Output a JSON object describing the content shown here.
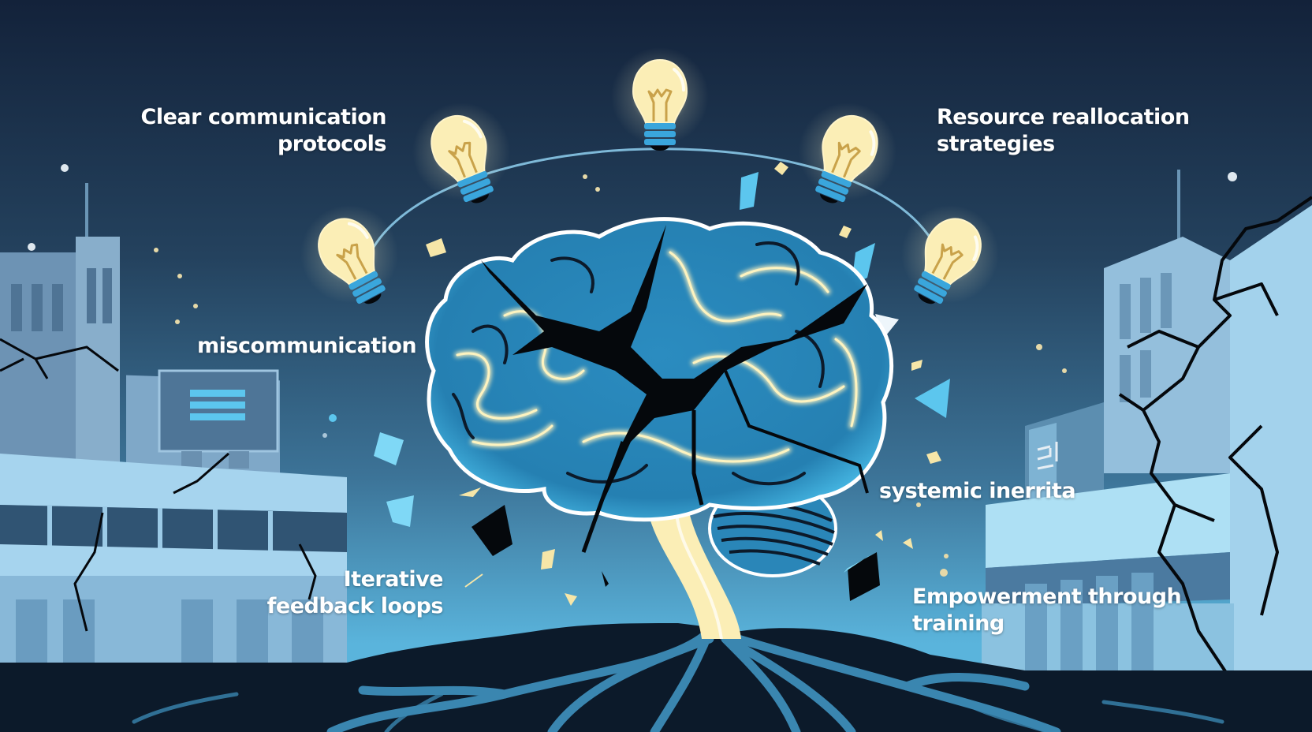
{
  "illustration": {
    "subject": "cracked-glowing-brain-with-lightbulbs",
    "colors": {
      "sky_top": "#152538",
      "sky_bottom": "#5ab4dc",
      "brain_fill": "#2a86b8",
      "brain_light": "#4cc0ea",
      "glow": "#fdf3c0",
      "crack": "#05080c",
      "ground": "#0c1a2a",
      "roots": "#3a86b0",
      "building": "#8fc8e6",
      "building_dark": "#4d7595",
      "bulb_base": "#3aa6dc"
    }
  },
  "labels": {
    "clear_comm": [
      "Clear communication",
      "protocols"
    ],
    "resource": [
      "Resource reallocation",
      "strategies"
    ],
    "miscomm": [
      "miscommunication"
    ],
    "inertia": [
      "systemic inerrita"
    ],
    "iterative": [
      "Iterative",
      "feedback loops"
    ],
    "empower": [
      "Empowerment through",
      "training"
    ]
  },
  "lightbulbs": [
    {
      "name": "bulb-left-low"
    },
    {
      "name": "bulb-left-high"
    },
    {
      "name": "bulb-top"
    },
    {
      "name": "bulb-right-high"
    },
    {
      "name": "bulb-right-low"
    }
  ]
}
